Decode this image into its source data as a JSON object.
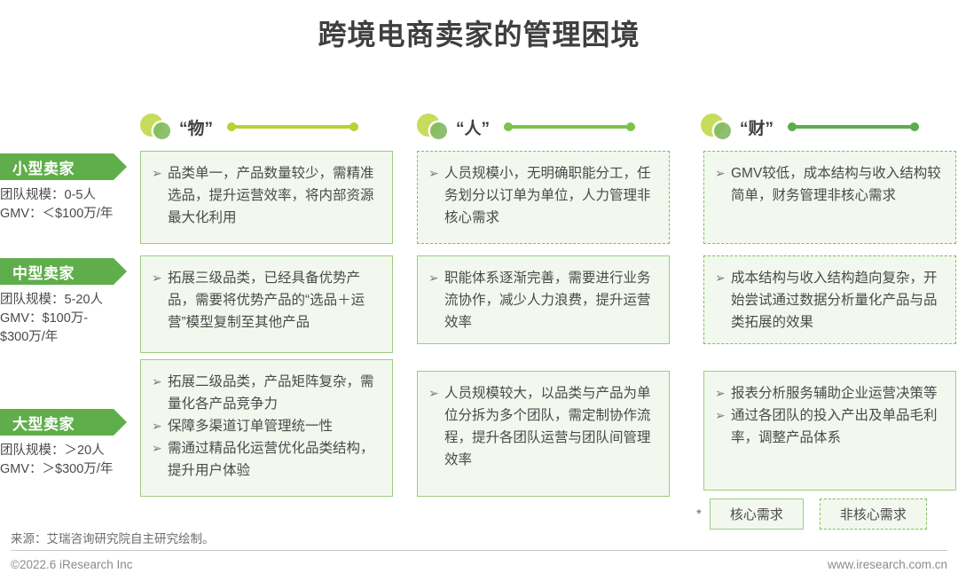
{
  "title": "跨境电商卖家的管理困境",
  "columns": [
    {
      "label": "“物”",
      "line_color": "#b5d334",
      "icon": "two-circles-icon"
    },
    {
      "label": "“人”",
      "line_color": "#7dc24b",
      "icon": "two-circles-icon"
    },
    {
      "label": "“财”",
      "line_color": "#5bae4d",
      "icon": "two-circles-icon"
    }
  ],
  "segments": [
    {
      "badge": "小型卖家",
      "team_size": "团队规模：0-5人",
      "gmv": "GMV：＜$100万/年"
    },
    {
      "badge": "中型卖家",
      "team_size": "团队规模：5-20人",
      "gmv": "GMV：$100万-",
      "gmv2": "$300万/年"
    },
    {
      "badge": "大型卖家",
      "team_size": "团队规模：＞20人",
      "gmv": "GMV：＞$300万/年"
    }
  ],
  "cells": {
    "r0c0": {
      "type": "core",
      "bullets": [
        "品类单一，产品数量较少，需精准选品，提升运营效率，将内部资源最大化利用"
      ]
    },
    "r0c1": {
      "type": "noncore",
      "bullets": [
        "人员规模小，无明确职能分工，任务划分以订单为单位，人力管理非核心需求"
      ]
    },
    "r0c2": {
      "type": "noncore",
      "bullets": [
        "GMV较低，成本结构与收入结构较简单，财务管理非核心需求"
      ]
    },
    "r1c0": {
      "type": "core",
      "bullets": [
        "拓展三级品类，已经具备优势产品，需要将优势产品的“选品＋运营”模型复制至其他产品"
      ]
    },
    "r1c1": {
      "type": "core",
      "bullets": [
        "职能体系逐渐完善，需要进行业务流协作，减少人力浪费，提升运营效率"
      ]
    },
    "r1c2": {
      "type": "noncore",
      "bullets": [
        "成本结构与收入结构趋向复杂，开始尝试通过数据分析量化产品与品类拓展的效果"
      ]
    },
    "r2c0": {
      "type": "core",
      "bullets": [
        "拓展二级品类，产品矩阵复杂，需量化各产品竞争力",
        "保障多渠道订单管理统一性",
        "需通过精品化运营优化品类结构，提升用户体验"
      ]
    },
    "r2c1": {
      "type": "core",
      "bullets": [
        "人员规模较大，以品类与产品为单位分拆为多个团队，需定制协作流程，提升各团队运营与团队间管理效率"
      ]
    },
    "r2c2": {
      "type": "core",
      "bullets": [
        "报表分析服务辅助企业运营决策等",
        "通过各团队的投入产出及单品毛利率，调整产品体系"
      ]
    }
  },
  "legend": {
    "star": "*",
    "core_label": "核心需求",
    "noncore_label": "非核心需求"
  },
  "footer": {
    "source": "来源：艾瑞咨询研究院自主研究绘制。",
    "copyright": "©2022.6 iResearch Inc",
    "site": "www.iresearch.com.cn"
  },
  "bullet_marker": "➢"
}
